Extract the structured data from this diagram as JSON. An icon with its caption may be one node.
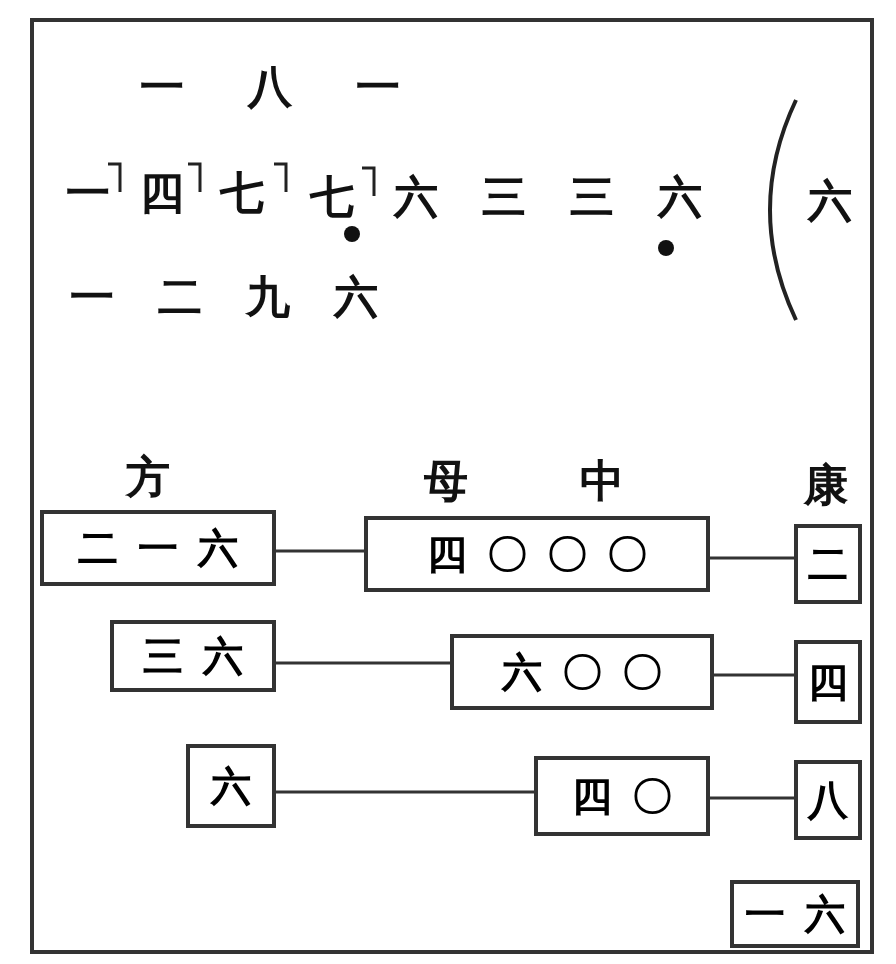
{
  "diagram": {
    "nodes": [
      {
        "text": [
          "二一六"
        ]
      },
      {
        "text": [
          "四〇〇〇"
        ]
      },
      {
        "text": [
          "二"
        ]
      },
      {
        "text": [
          "三六"
        ]
      },
      {
        "text": [
          "六〇〇"
        ]
      },
      {
        "text": [
          "四"
        ]
      },
      {
        "text": [
          "六"
        ]
      },
      {
        "text": [
          "四〇"
        ]
      },
      {
        "text": [
          "八"
        ]
      },
      {
        "text": [
          "一六"
        ]
      }
    ],
    "edges": [
      {
        "from": 0,
        "to": 1,
        "arrow": "none"
      },
      {
        "from": 1,
        "to": 2,
        "arrow": "none"
      },
      {
        "from": 3,
        "to": 4,
        "arrow": "none"
      },
      {
        "from": 4,
        "to": 5,
        "arrow": "none"
      },
      {
        "from": 6,
        "to": 7,
        "arrow": "none"
      },
      {
        "from": 7,
        "to": 8,
        "arrow": "none"
      }
    ],
    "labels": [
      "一八一",
      "一",
      "四",
      "七",
      "七",
      "六三三六",
      "六",
      "一二九六",
      "方",
      "母",
      "中",
      "康"
    ]
  }
}
